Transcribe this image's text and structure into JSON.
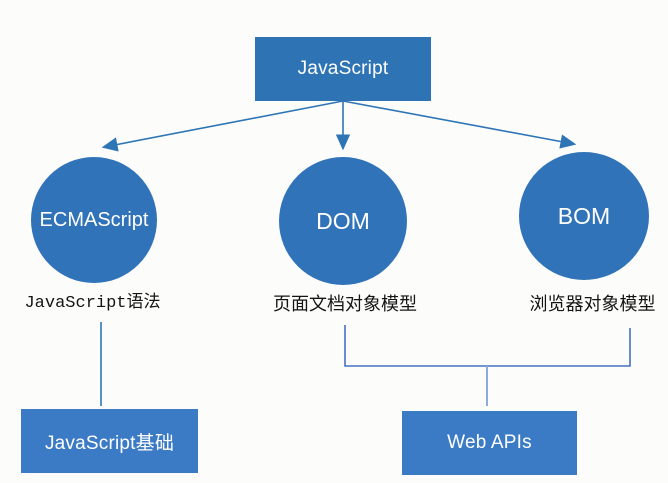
{
  "diagram": {
    "title_node": {
      "label": "JavaScript"
    },
    "branches": [
      {
        "id": "ecmascript",
        "label": "ECMAScript",
        "caption": "JavaScript语法"
      },
      {
        "id": "dom",
        "label": "DOM",
        "caption": "页面文档对象模型"
      },
      {
        "id": "bom",
        "label": "BOM",
        "caption": "浏览器对象模型"
      }
    ],
    "result_nodes": [
      {
        "id": "js-basics",
        "label": "JavaScript基础"
      },
      {
        "id": "web-apis",
        "label": "Web APIs"
      }
    ],
    "colors": {
      "root_fill": "#2e74b5",
      "circle_fill": "#3173b9",
      "bottom_fill": "#3b7ac4",
      "arrow_line": "#2e75b6",
      "bracket_line": "#4472c4",
      "drop_line": "#8faadc",
      "text_on_blue": "#ffffff",
      "caption_text": "#141414",
      "background": "#fcfdfa"
    }
  }
}
